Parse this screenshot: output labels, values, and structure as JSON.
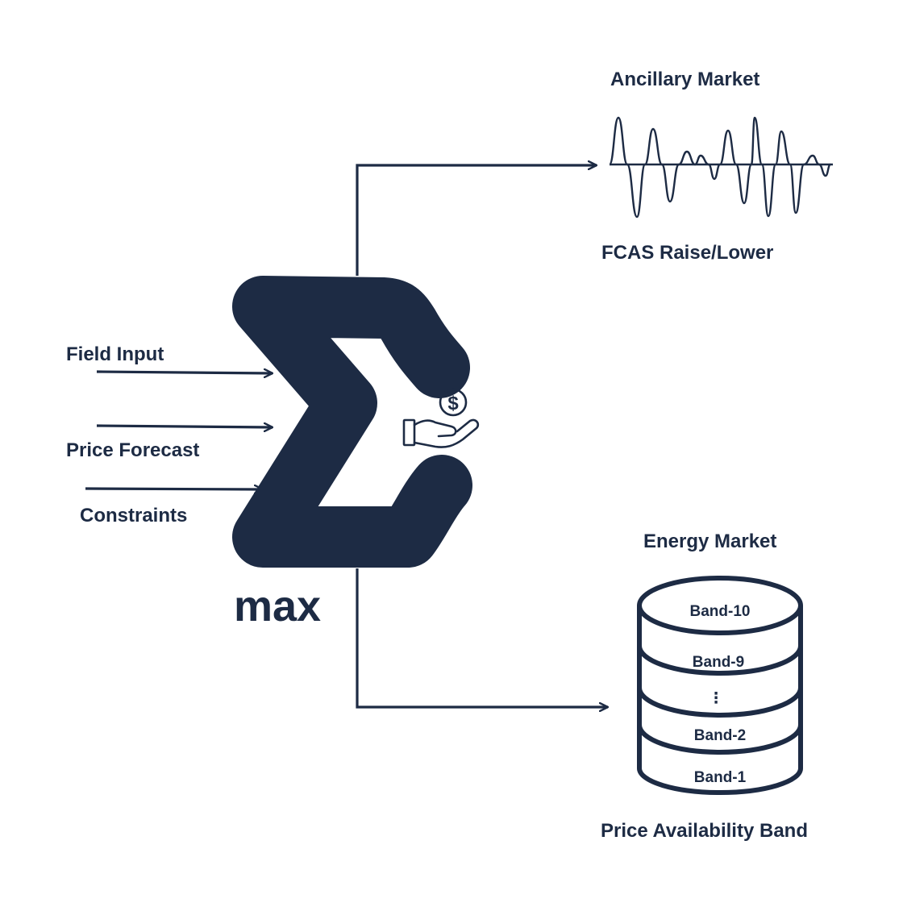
{
  "inputs": {
    "field_input": "Field Input",
    "price_forecast": "Price Forecast",
    "constraints": "Constraints"
  },
  "optimizer": {
    "operator_label": "max",
    "center_icon": "hand-holding-dollar-icon",
    "symbol_icon": "sigma-icon"
  },
  "ancillary": {
    "title": "Ancillary Market",
    "subtitle": "FCAS Raise/Lower",
    "icon": "waveform-icon"
  },
  "energy": {
    "title": "Energy Market",
    "bands": [
      "Band-10",
      "Band-9",
      "⋮",
      "Band-2",
      "Band-1"
    ],
    "caption": "Price Availability Band",
    "icon": "database-stack-icon"
  },
  "colors": {
    "ink": "#1d2b44",
    "background": "#ffffff"
  }
}
